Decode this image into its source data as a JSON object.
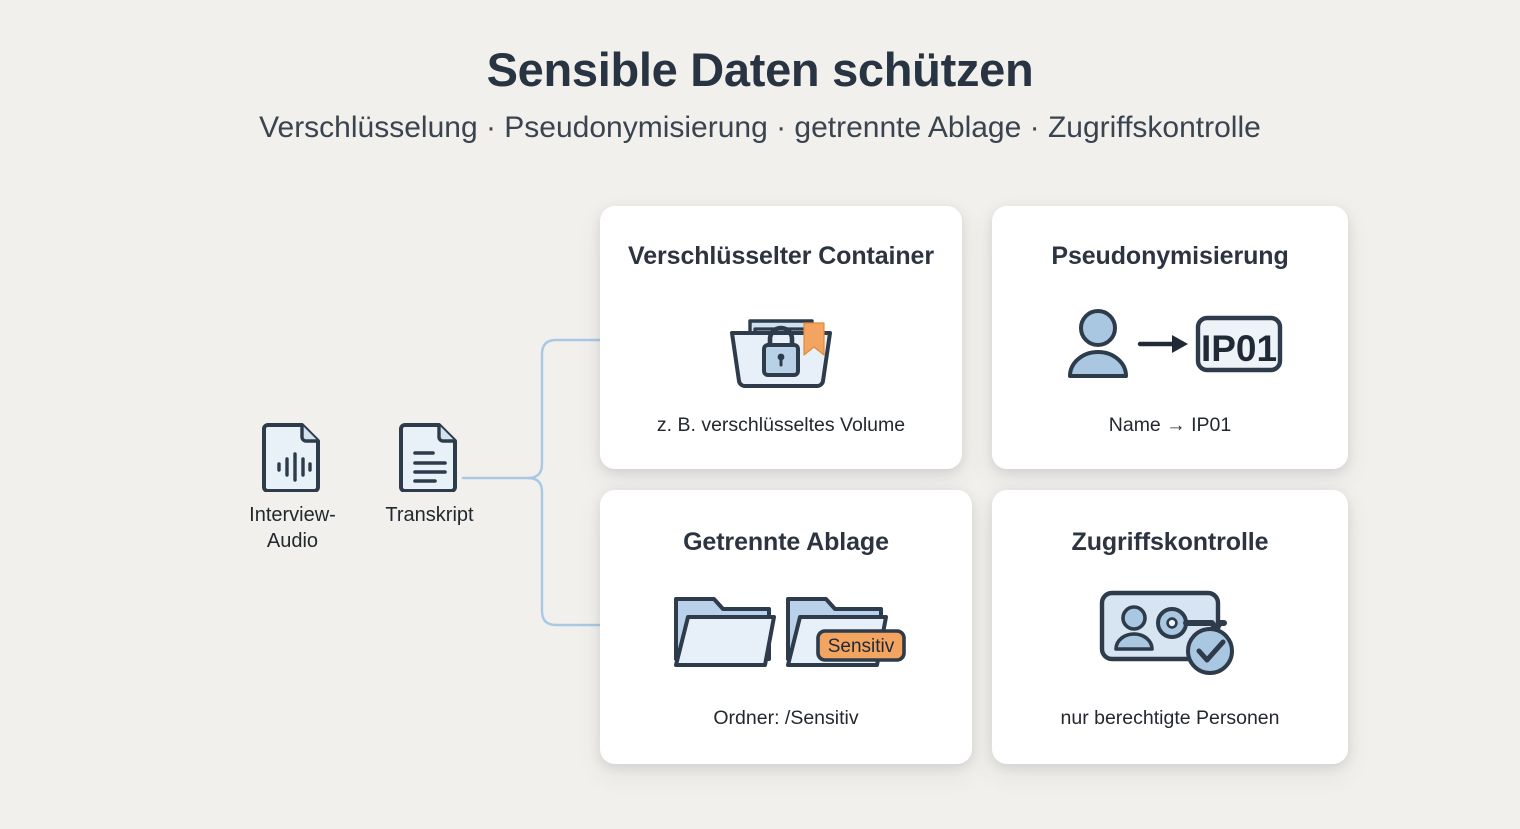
{
  "header": {
    "title": "Sensible Daten schützen",
    "subtitle": "Verschlüsselung  ·  Pseudonymisierung  ·  getrennte Ablage · Zugriffskontrolle"
  },
  "sources": [
    {
      "id": "interview-audio",
      "label": "Interview-\nAudio",
      "icon": "audio-document-icon"
    },
    {
      "id": "transkript",
      "label": "Transkript",
      "icon": "text-document-icon"
    }
  ],
  "cards": [
    {
      "id": "verschluesselter-container",
      "title": "Verschlüsselter Container",
      "caption": "z. B. verschlüsseltes Volume",
      "icon": "locked-folder-icon"
    },
    {
      "id": "pseudonymisierung",
      "title": "Pseudonymisierung",
      "caption": "Name → IP01",
      "icon": "person-to-pseudonym-icon",
      "badge_text": "IP01"
    },
    {
      "id": "getrennte-ablage",
      "title": "Getrennte Ablage",
      "caption": "Ordner: /Sensitiv",
      "icon": "two-folders-icon",
      "tag_text": "Sensitiv"
    },
    {
      "id": "zugriffskontrolle",
      "title": "Zugriffskontrolle",
      "caption": "nur berechtigte Personen",
      "icon": "access-badge-key-icon"
    }
  ],
  "colors": {
    "background": "#f2f0ec",
    "card_background": "#ffffff",
    "ink": "#2b3440",
    "icon_stroke": "#2d3b4a",
    "icon_fill_light": "#e8f0f8",
    "icon_fill_blue": "#a9c7e0",
    "accent_orange": "#f3a460",
    "connector": "#a9c8e4"
  }
}
